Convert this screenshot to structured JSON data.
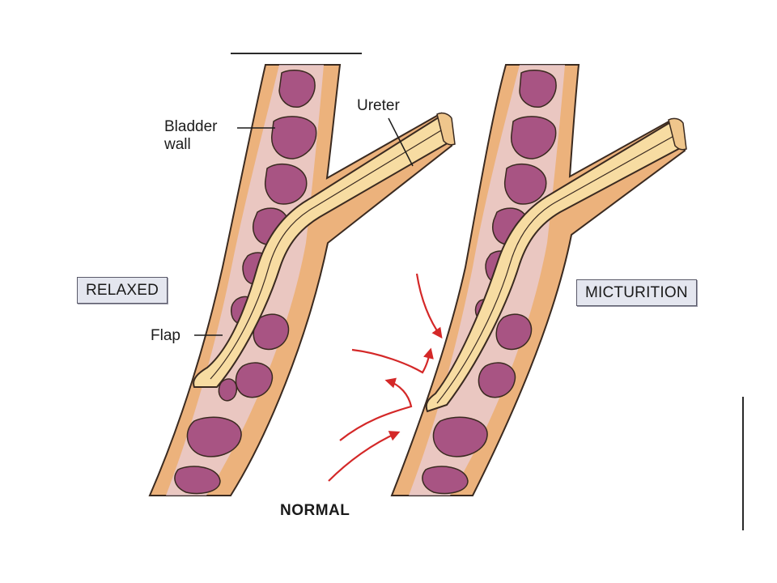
{
  "labels": {
    "bladder_wall_line1": "Bladder",
    "bladder_wall_line2": "wall",
    "ureter": "Ureter",
    "flap": "Flap",
    "relaxed": "RELAXED",
    "micturition": "MICTURITION",
    "normal": "NORMAL"
  },
  "colors": {
    "wall_orange": "#ecb27c",
    "wall_outline": "#3a2a20",
    "muscle_purple": "#a85483",
    "lumen_lavender": "#e9d2e6",
    "ureter_yellow": "#f7dca2",
    "arrow_red": "#d42828",
    "label_box_fill": "#e4e6ef"
  },
  "icons": {
    "pressure_arrows": "curved-arrow-icon"
  }
}
